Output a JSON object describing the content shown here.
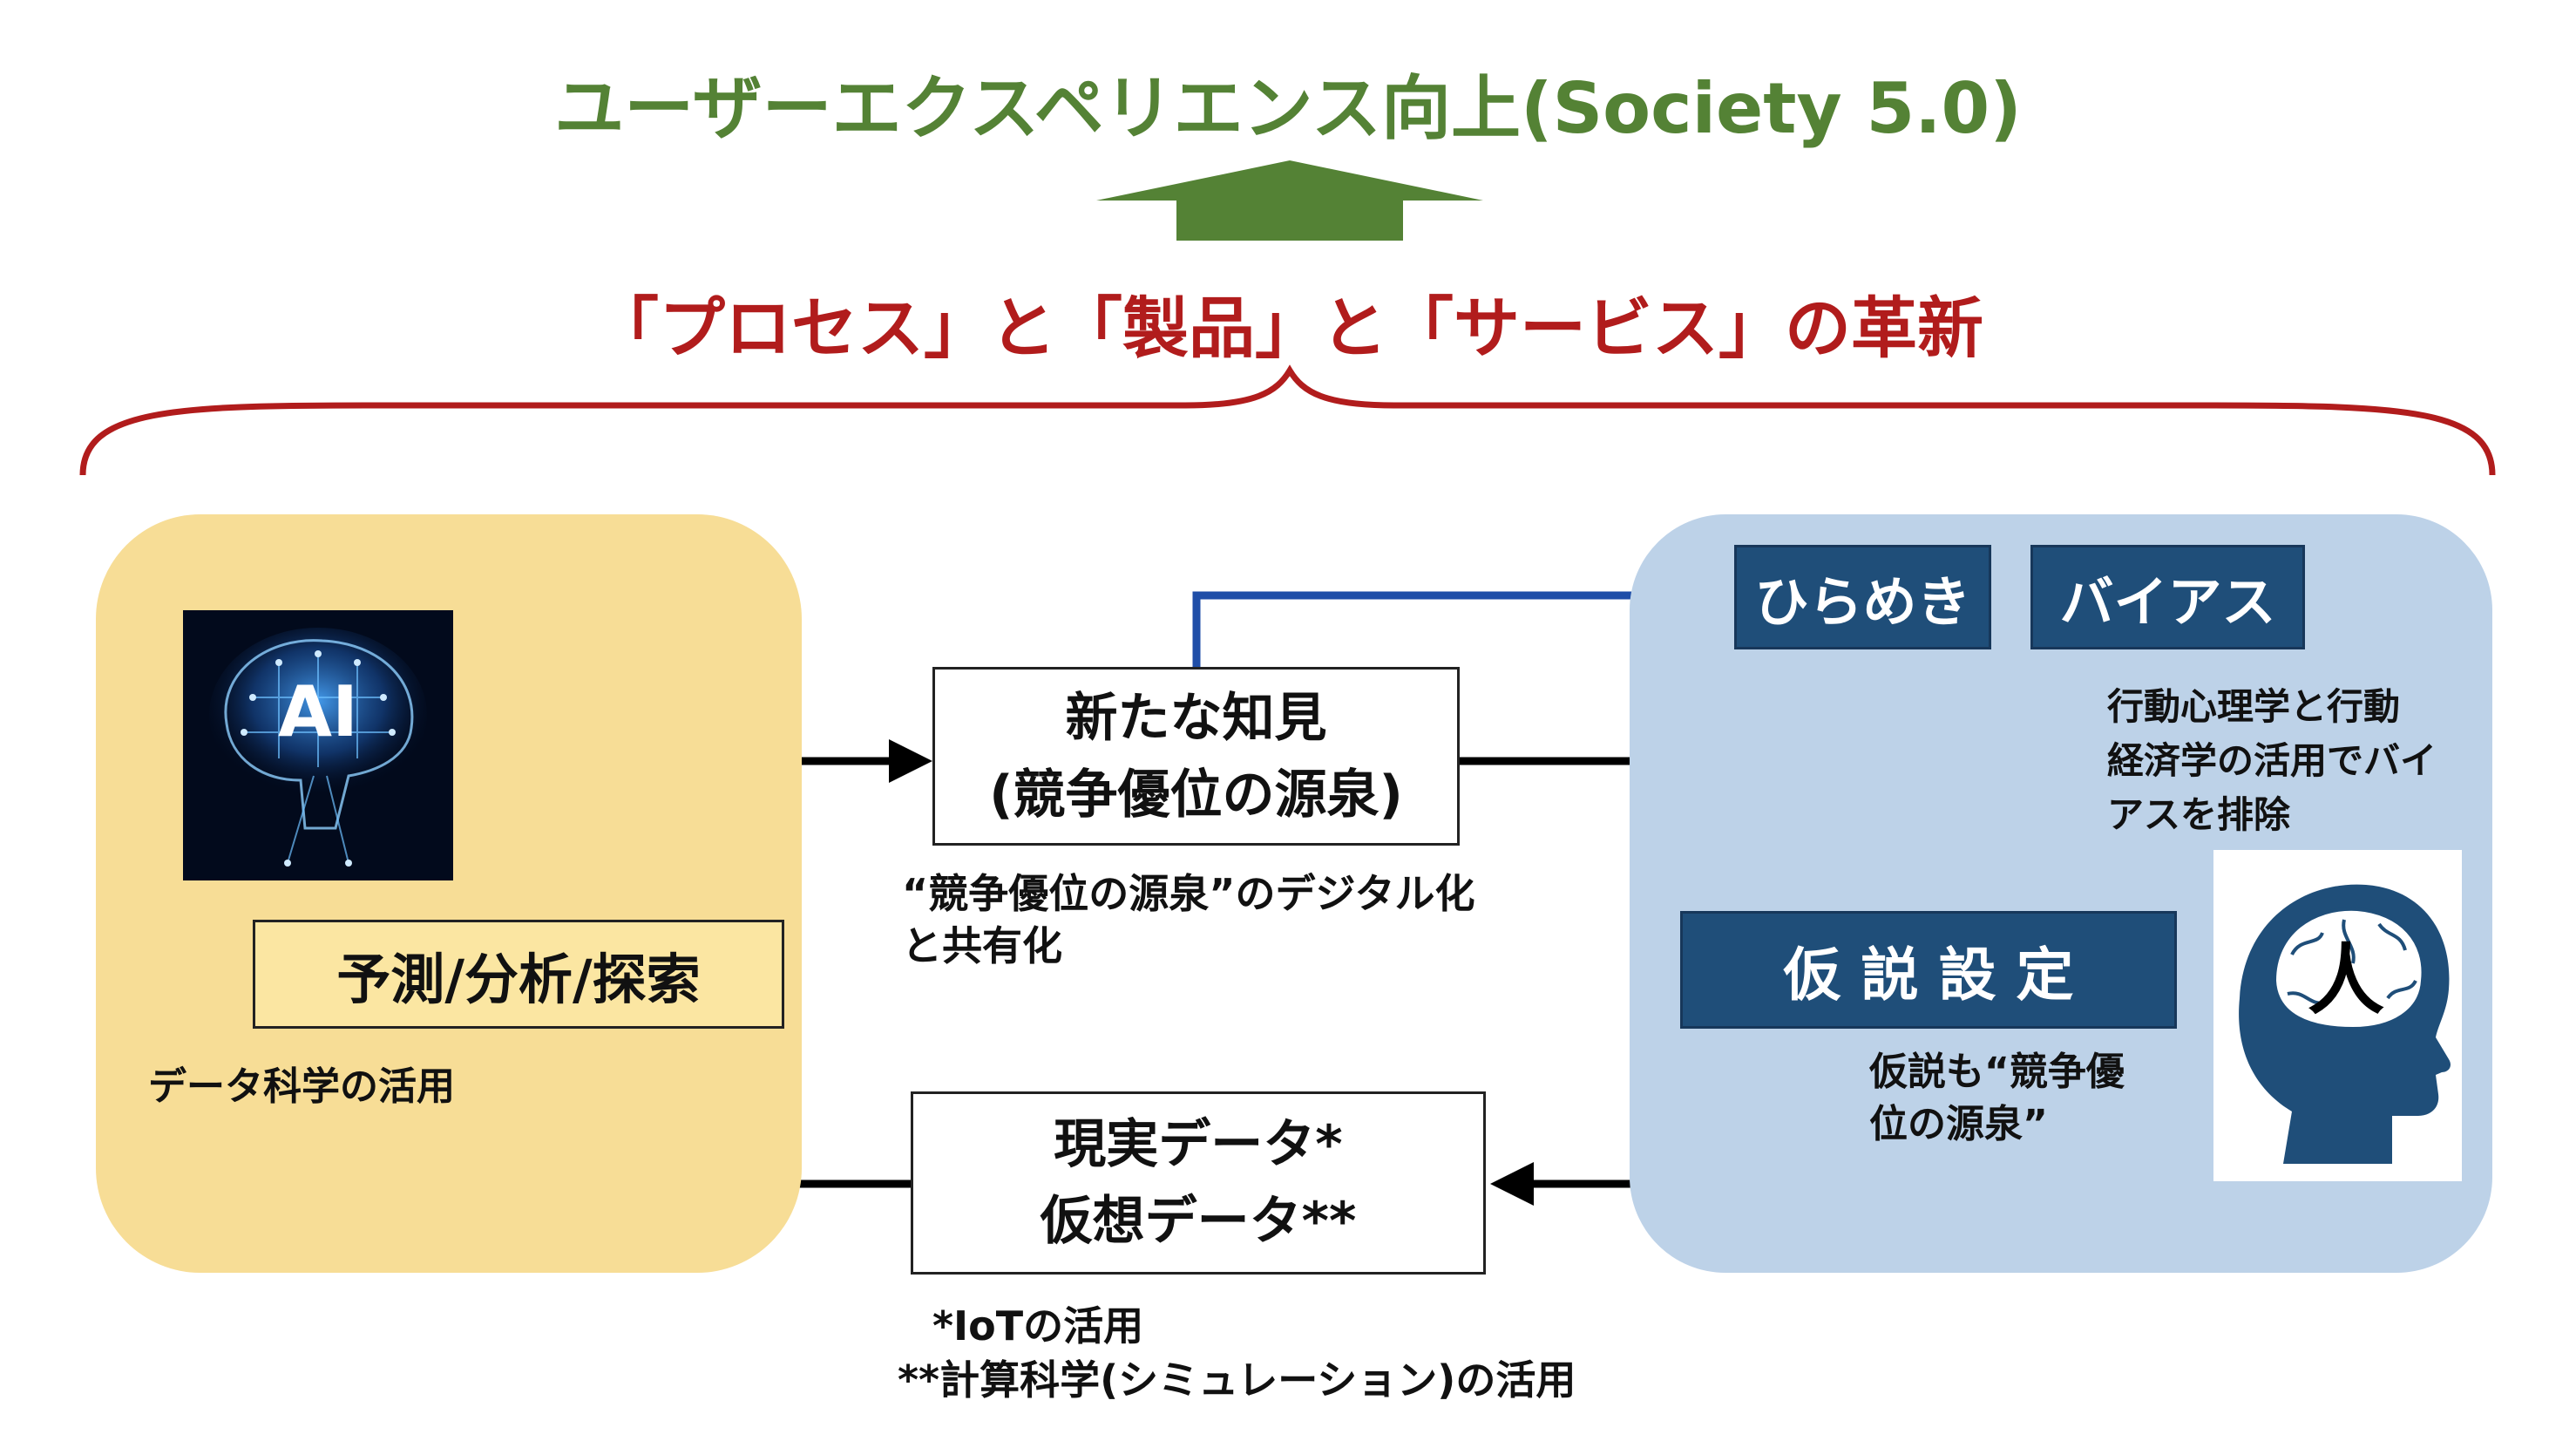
{
  "title": "ユーザーエクスペリエンス向上(Society 5.0)",
  "subtitle": "「プロセス」と「製品」と「サービス」の革新",
  "colors": {
    "title_green": "#548235",
    "subtitle_red": "#B11C1C",
    "left_panel_yellow": "#F7DD96",
    "right_panel_blue": "#BDD2E8",
    "box_navy": "#1F4E79",
    "box_yellow": "#FBE6A2",
    "arrow_blue": "#1F4EA8",
    "cross_red": "#E02020"
  },
  "left": {
    "ai_label": "AI",
    "predict_box": "予測/分析/探索",
    "predict_note": "データ科学の活用"
  },
  "center": {
    "knowledge_line1": "新たな知見",
    "knowledge_line2": "(競争優位の源泉)",
    "knowledge_note_line1": "“競争優位の源泉”のデジタル化",
    "knowledge_note_line2": "と共有化",
    "data_line1": "現実データ*",
    "data_line2": "仮想データ**",
    "data_note_line1": "*IoTの活用",
    "data_note_line2": "**計算科学(シミュレーション)の活用"
  },
  "right": {
    "inspiration": "ひらめき",
    "bias": "バイアス",
    "bias_note_line1": "行動心理学と行動",
    "bias_note_line2": "経済学の活用でバイ",
    "bias_note_line3": "アスを排除",
    "hypothesis": "仮 説 設 定",
    "hypothesis_note_line1": "仮説も“競争優",
    "hypothesis_note_line2": "位の源泉”",
    "human_label": "人"
  }
}
